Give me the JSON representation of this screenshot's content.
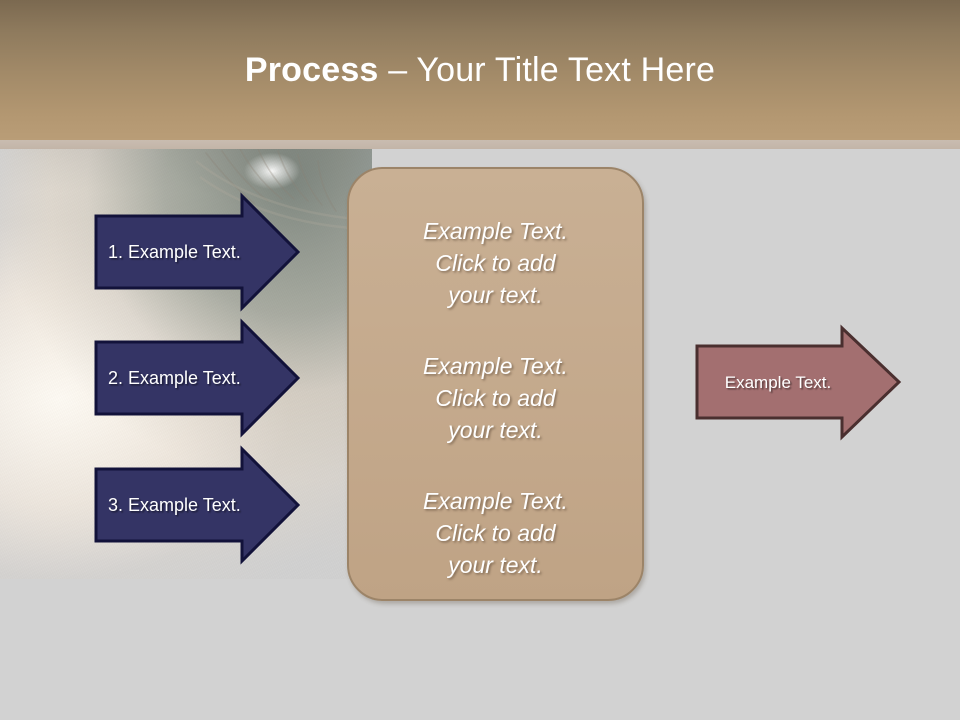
{
  "slide": {
    "title_strong": "Process",
    "title_rest": " – Your Title Text Here",
    "background_color": "#d2d2d2"
  },
  "header": {
    "gradient_top": "#7b6950",
    "gradient_bottom": "#b99d77",
    "underline_color": "#c9bcb0"
  },
  "photo": {
    "alt_name": "eye-close-up-photo"
  },
  "process_arrows": {
    "fill_color": "#343465",
    "border_color": "#12123a",
    "items": [
      {
        "label": "1. Example Text."
      },
      {
        "label": "2. Example Text."
      },
      {
        "label": "3. Example Text."
      }
    ]
  },
  "center_panel": {
    "fill_color": "#c4a98c",
    "border_color": "#9c8468",
    "blocks": [
      {
        "line1": "Example Text.",
        "line2": "Click  to add",
        "line3": "your text."
      },
      {
        "line1": "Example Text.",
        "line2": "Click  to add",
        "line3": "your text."
      },
      {
        "line1": "Example Text.",
        "line2": "Click  to add",
        "line3": "your text."
      }
    ]
  },
  "result_arrow": {
    "label": "Example Text.",
    "fill_color": "#a36f70",
    "border_color": "#4a2f2f"
  }
}
